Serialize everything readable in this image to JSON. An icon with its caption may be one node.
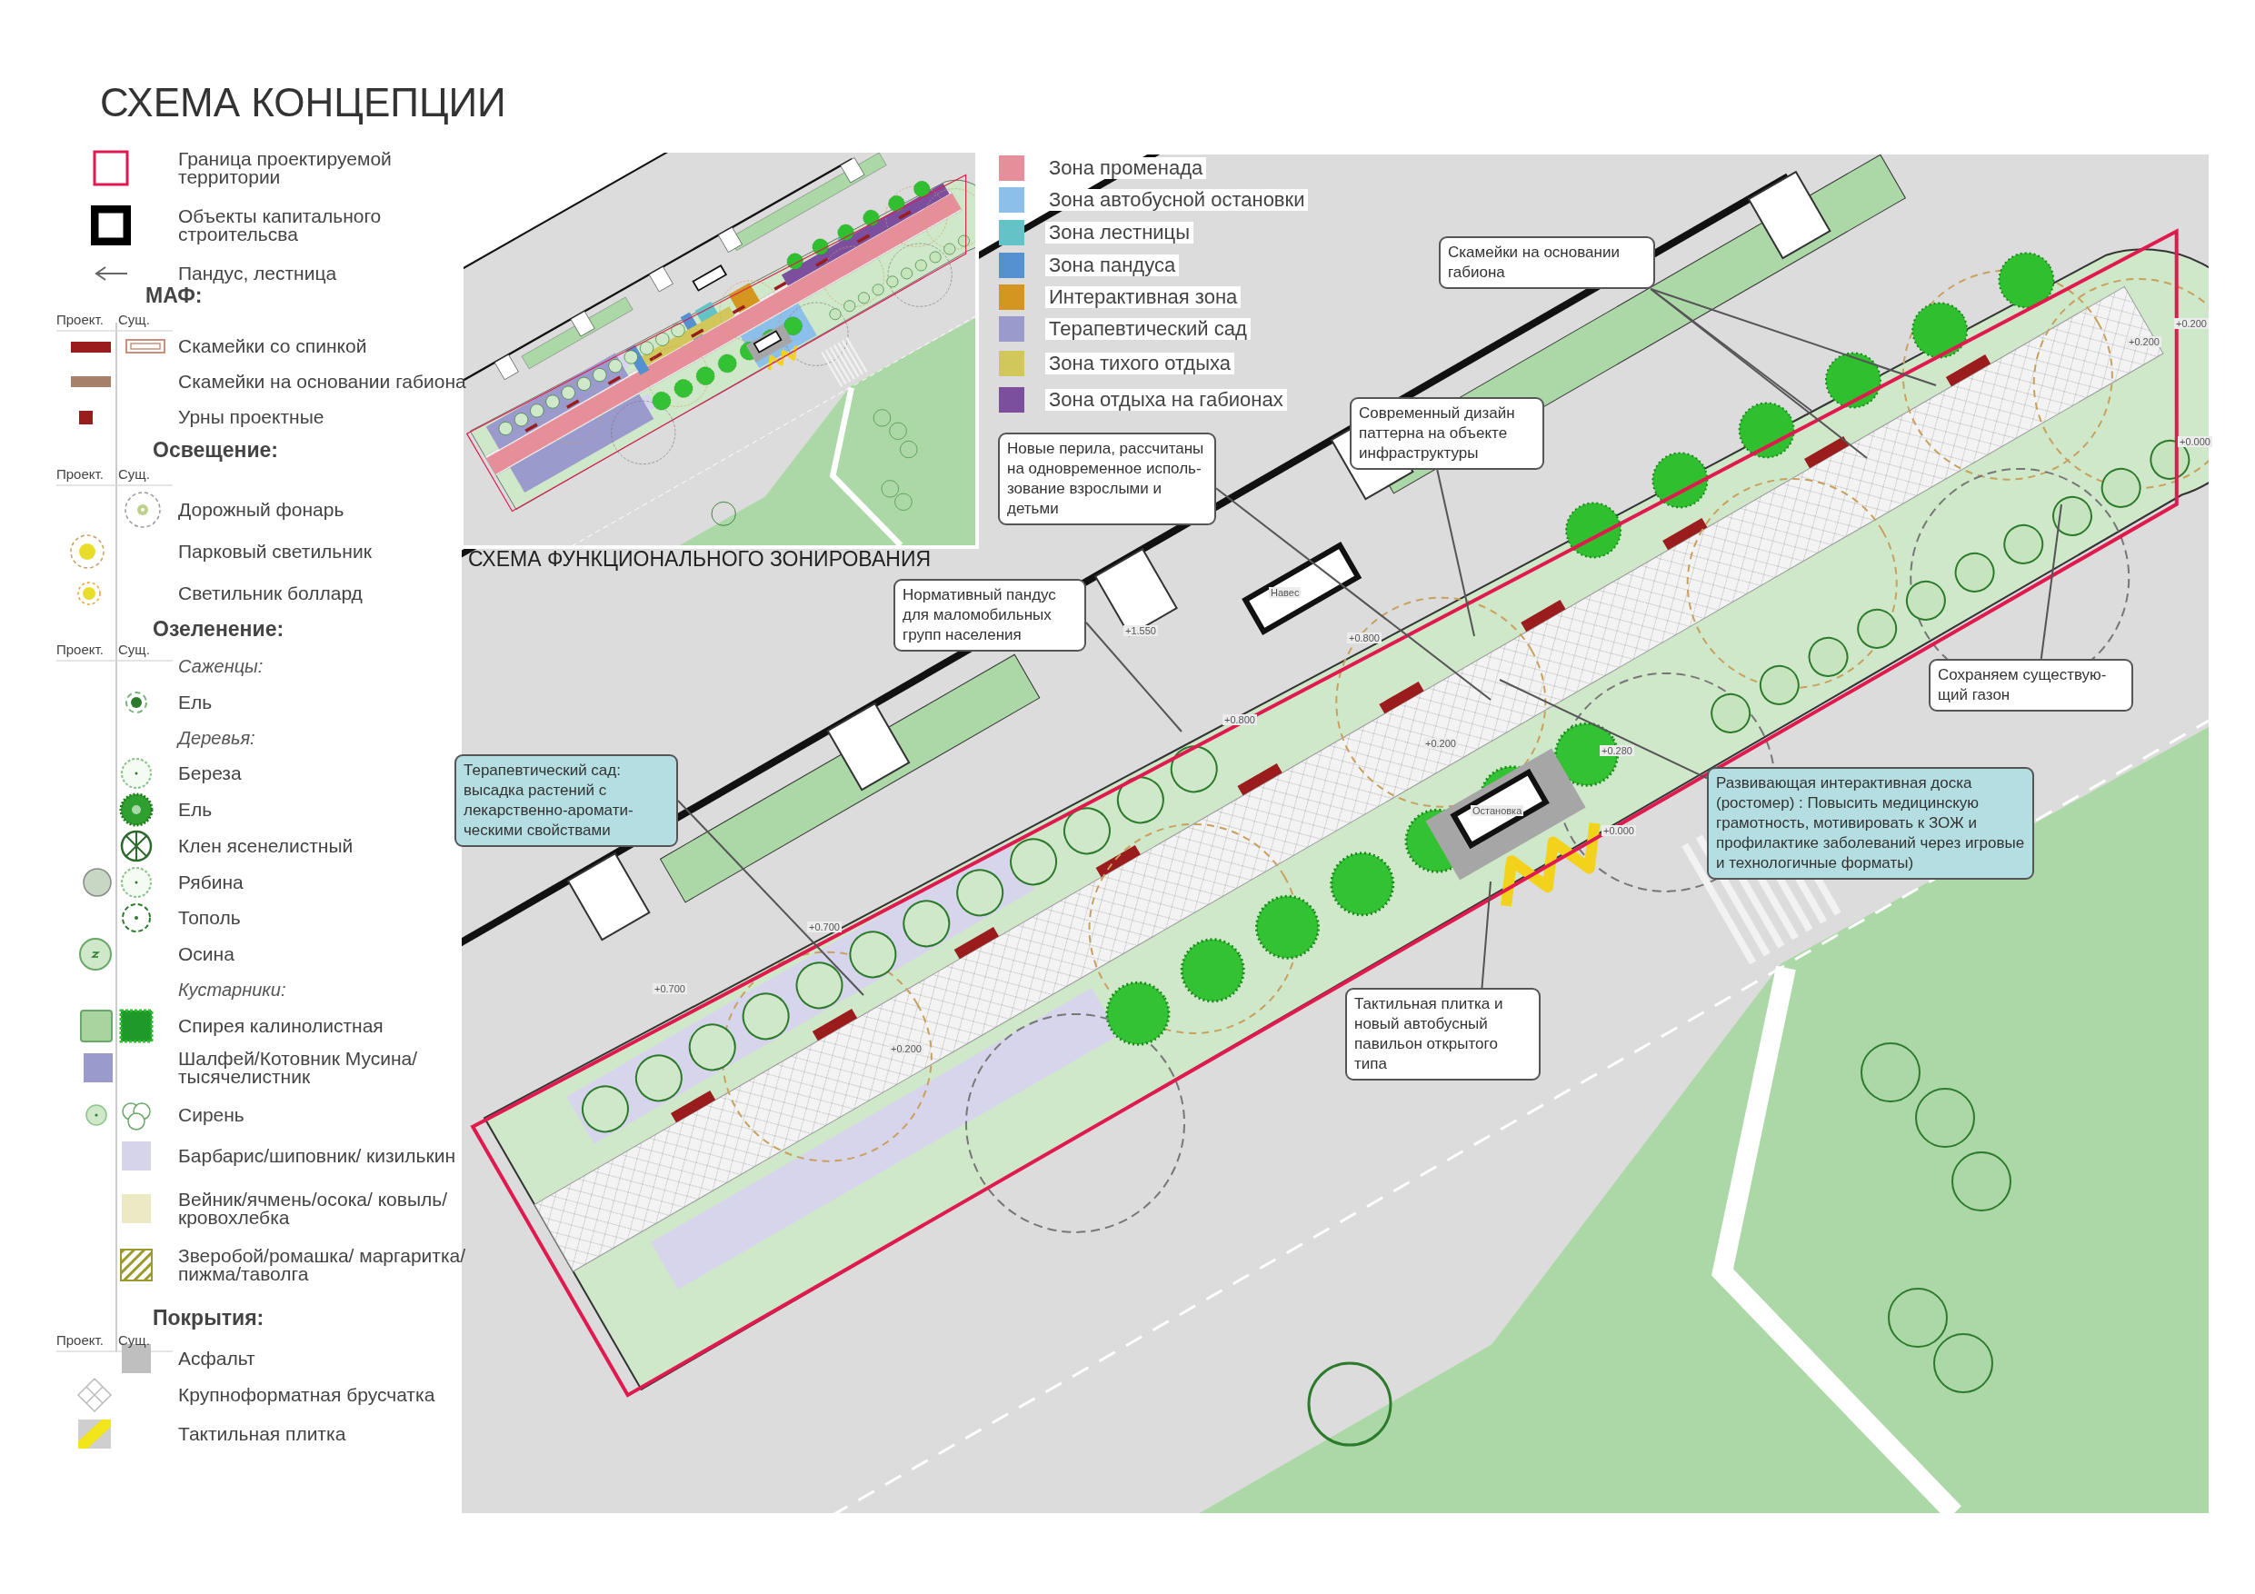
{
  "diagram": {
    "title": "СХЕМА КОНЦЕПЦИИ",
    "nodes": [
      {
        "text": [
          "Скамейки на основании габиона"
        ]
      },
      {
        "text": [
          "Современный дизайн паттерна на объекте инфраструктуры"
        ]
      },
      {
        "text": [
          "Новые перила, рассчитаны на одновременное исполь- зование взрослыми и детьми"
        ]
      },
      {
        "text": [
          "Нормативный пандус для маломобильных групп населения"
        ]
      },
      {
        "text": [
          "Терапевтический сад: высадка растений с лекарственно-аромати- ческими свойствами"
        ]
      },
      {
        "text": [
          "Сохраняем существую- щий газон"
        ]
      },
      {
        "text": [
          "Развивающая интерактивная доска (ростомер) : Повысить медицинскую грамотность, мотивировать к ЗОЖ и профилактике заболеваний через игровые и технологичные форматы)"
        ]
      },
      {
        "text": [
          "Тактильная плитка и новый автобусный павильон открытого типа"
        ]
      }
    ],
    "edges": [
      {
        "from": 0,
        "to": null,
        "arrow": "none"
      },
      {
        "from": 0,
        "to": null,
        "arrow": "none"
      },
      {
        "from": 0,
        "to": null,
        "arrow": "none"
      },
      {
        "from": 1,
        "to": null,
        "arrow": "none"
      },
      {
        "from": 2,
        "to": null,
        "arrow": "none"
      },
      {
        "from": 3,
        "to": null,
        "arrow": "none"
      },
      {
        "from": 4,
        "to": null,
        "arrow": "none"
      },
      {
        "from": 5,
        "to": null,
        "arrow": "none"
      },
      {
        "from": 6,
        "to": null,
        "arrow": "none"
      },
      {
        "from": 7,
        "to": null,
        "arrow": "none"
      }
    ],
    "labels": [
      "МАФ:",
      "Проект.",
      "Сущ.",
      "Освещение:",
      "Проект.",
      "Сущ.",
      "Озеленение:",
      "Проект.",
      "Сущ.",
      "Саженцы:",
      "Деревья:",
      "Кустарники:",
      "Покрытия:",
      "Проект.",
      "Сущ.",
      "СХЕМА ФУНКЦИОНАЛЬНОГО ЗОНИРОВАНИЯ",
      "+1.550",
      "Навес",
      "+0.800",
      "+0.800",
      "+0.200",
      "Остановка",
      "+0.280",
      "+0.000",
      "+0.700",
      "+0.700",
      "+0.200",
      "+0.200",
      "+0.200",
      "+0.000"
    ],
    "legend": [
      {
        "text": "Граница проектируемой территории"
      },
      {
        "text": "Объекты капитального строительсва"
      },
      {
        "text": "Пандус, лестница"
      },
      {
        "text": "Скамейки со спинкой"
      },
      {
        "text": "Скамейки на основании габиона"
      },
      {
        "text": "Урны проектные"
      },
      {
        "text": "Дорожный фонарь"
      },
      {
        "text": "Парковый светильник"
      },
      {
        "text": "Светильник боллард"
      },
      {
        "text": "Ель"
      },
      {
        "text": "Береза"
      },
      {
        "text": "Ель"
      },
      {
        "text": "Клен ясенелистный"
      },
      {
        "text": "Рябина"
      },
      {
        "text": "Тополь"
      },
      {
        "text": "Осина"
      },
      {
        "text": "Спирея калинолистная"
      },
      {
        "text": "Шалфей/Котовник Мусина/ тысячелистник",
        "color": "#9a9acc"
      },
      {
        "text": "Сирень"
      },
      {
        "text": "Барбарис/шиповник/ кизилькин",
        "color": "#d6d4ea"
      },
      {
        "text": "Вейник/ячмень/осока/ ковыль/кровохлебка",
        "color": "#eceac4"
      },
      {
        "text": "Зверобой/ромашка/ маргаритка/пижма/таволга"
      },
      {
        "text": "Асфальт",
        "color": "#bfbfbf"
      },
      {
        "text": "Крупноформатная брусчатка"
      },
      {
        "text": "Тактильная плитка"
      },
      {
        "text": "Зона променада",
        "color": "#e68f9a"
      },
      {
        "text": "Зона автобусной остановки",
        "color": "#8cc0ea"
      },
      {
        "text": "Зона лестницы",
        "color": "#63c3c6"
      },
      {
        "text": "Зона пандуса",
        "color": "#5590d0"
      },
      {
        "text": "Интерактивная зона",
        "color": "#d4961f"
      },
      {
        "text": "Терапевтический сад",
        "color": "#9a9acc"
      },
      {
        "text": "Зона тихого отдыха",
        "color": "#d2c75a"
      },
      {
        "text": "Зона отдыха на габионах",
        "color": "#7c4f9e"
      }
    ]
  }
}
